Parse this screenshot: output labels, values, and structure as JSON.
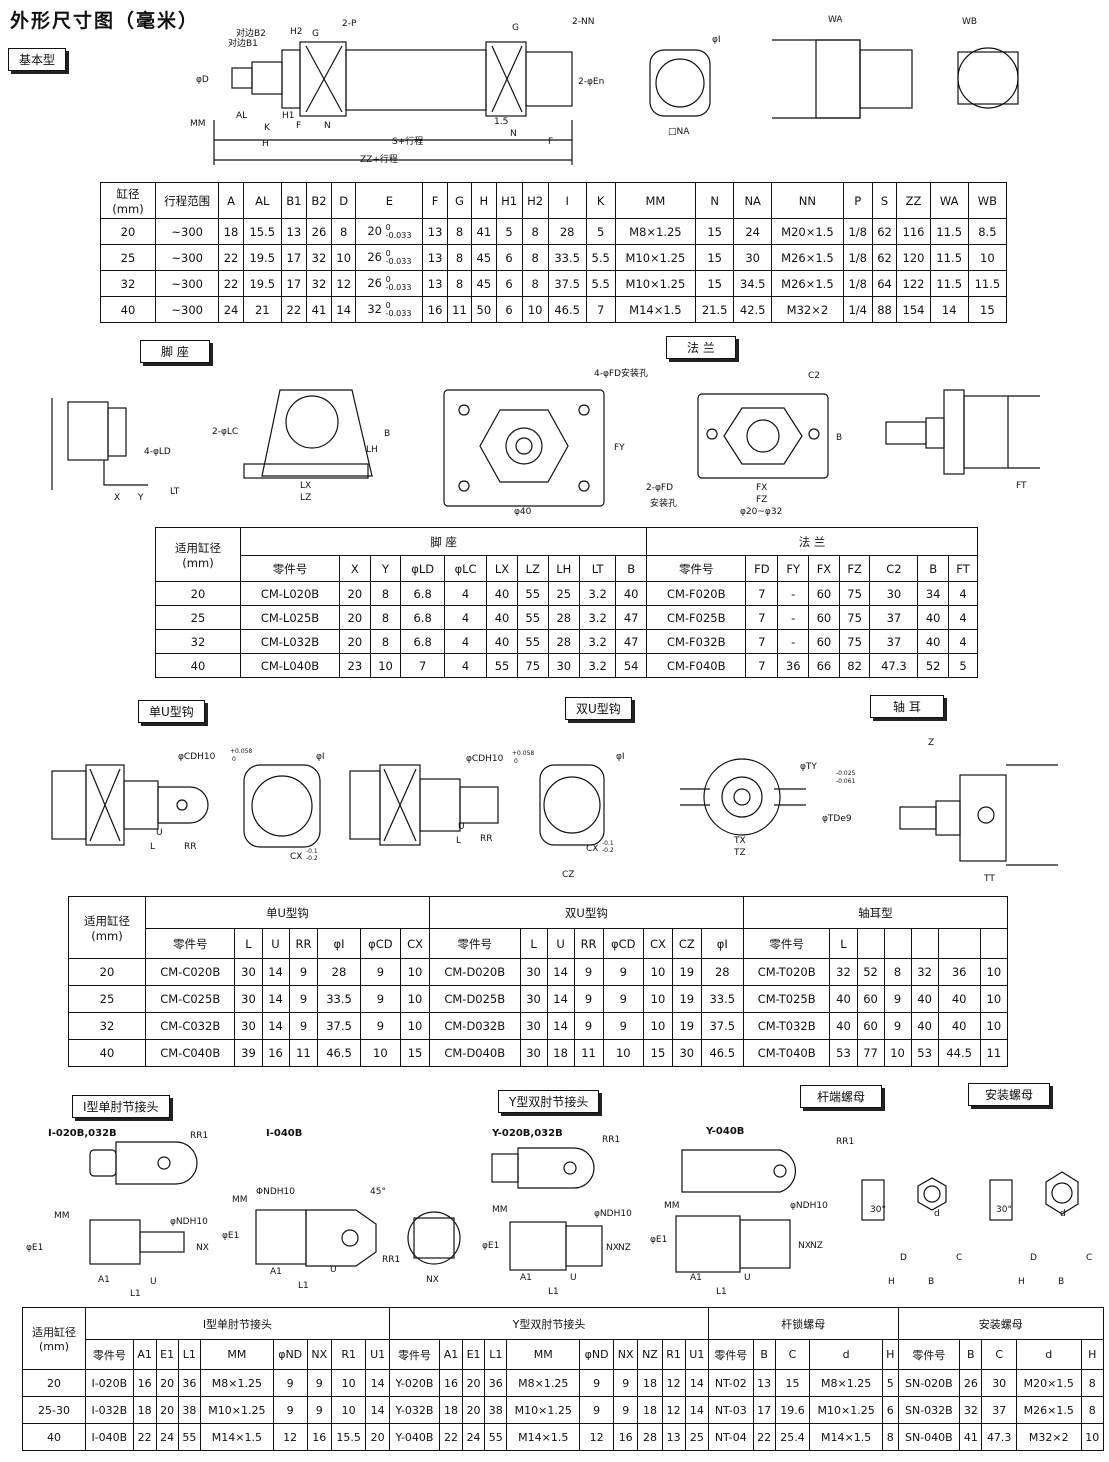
{
  "title": "外形尺寸图（毫米）",
  "tags": {
    "basic": "基本型",
    "foot": "脚  座",
    "flange": "法  兰",
    "single_u": "单U型钩",
    "double_u": "双U型钩",
    "trunnion": "轴  耳",
    "i_joint": "I型单肘节接头",
    "y_joint": "Y型双肘节接头",
    "rod_nut": "杆端螺母",
    "mount_nut": "安装螺母"
  },
  "drawing_labels": {
    "basic": [
      "对边B1",
      "对边B2",
      "H2",
      "G",
      "2-P",
      "G",
      "2-NN",
      "φI",
      "WA",
      "WB",
      "φD",
      "MM",
      "AL",
      "K",
      "H1",
      "F",
      "N",
      "1.5",
      "N",
      "F",
      "H",
      "S+行程",
      "ZZ+行程",
      "2-φEn",
      "□NA"
    ],
    "foot": [
      "2-φLC",
      "4-φLD",
      "X",
      "Y",
      "LT",
      "LX",
      "LZ",
      "LH",
      "B"
    ],
    "flange": [
      "4-φFD安装孔",
      "FY",
      "φ40",
      "C2",
      "2-φFD",
      "安装孔",
      "FX",
      "FZ",
      "φ20~φ32",
      "B",
      "FT"
    ],
    "clevis": [
      "φCDH10",
      "+0.058",
      "0",
      "φI",
      "U",
      "L",
      "RR",
      "CX",
      "-0.1",
      "-0.2",
      "φCDH10",
      "+0.058",
      "0",
      "φI",
      "U",
      "L",
      "RR",
      "CX",
      "-0.1",
      "-0.2",
      "CZ"
    ],
    "trunnion": [
      "φTY",
      "φTDe9",
      "-0.025",
      "-0.061",
      "TX",
      "TZ",
      "Z",
      "TT"
    ],
    "joints": [
      "I-020B,032B",
      "RR1",
      "I-040B",
      "MM",
      "φNDH10",
      "φE1",
      "A1",
      "L1",
      "U",
      "NX",
      "MM",
      "ΦNDH10",
      "45°",
      "φE1",
      "A1",
      "L1",
      "U",
      "RR1",
      "NX",
      "Y-020B,032B",
      "RR1",
      "Y-040B",
      "RR1",
      "MM",
      "φNDH10",
      "φE1",
      "A1",
      "L1",
      "U",
      "NX",
      "NZ",
      "MM",
      "φNDH10",
      "φE1",
      "A1",
      "L1",
      "U",
      "NX",
      "NZ"
    ],
    "nuts": [
      "30°",
      "d",
      "C",
      "D",
      "H",
      "B",
      "30°",
      "d",
      "C",
      "D",
      "H",
      "B"
    ]
  },
  "table1": {
    "header": [
      "缸径(mm)",
      "行程范围",
      "A",
      "AL",
      "B1",
      "B2",
      "D",
      "E",
      "F",
      "G",
      "H",
      "H1",
      "H2",
      "I",
      "K",
      "MM",
      "N",
      "NA",
      "NN",
      "P",
      "S",
      "ZZ",
      "WA",
      "WB"
    ],
    "rows": [
      [
        "20",
        "~300",
        "18",
        "15.5",
        "13",
        "26",
        "8",
        "20",
        "13",
        "8",
        "41",
        "5",
        "8",
        "28",
        "5",
        "M8×1.25",
        "15",
        "24",
        "M20×1.5",
        "1/8",
        "62",
        "116",
        "11.5",
        "8.5"
      ],
      [
        "25",
        "~300",
        "22",
        "19.5",
        "17",
        "32",
        "10",
        "26",
        "13",
        "8",
        "45",
        "6",
        "8",
        "33.5",
        "5.5",
        "M10×1.25",
        "15",
        "30",
        "M26×1.5",
        "1/8",
        "62",
        "120",
        "11.5",
        "10"
      ],
      [
        "32",
        "~300",
        "22",
        "19.5",
        "17",
        "32",
        "12",
        "26",
        "13",
        "8",
        "45",
        "6",
        "8",
        "37.5",
        "5.5",
        "M10×1.25",
        "15",
        "34.5",
        "M26×1.5",
        "1/8",
        "64",
        "122",
        "11.5",
        "11.5"
      ],
      [
        "40",
        "~300",
        "24",
        "21",
        "22",
        "41",
        "14",
        "32",
        "16",
        "11",
        "50",
        "6",
        "10",
        "46.5",
        "7",
        "M14×1.5",
        "21.5",
        "42.5",
        "M32×2",
        "1/4",
        "88",
        "154",
        "14",
        "15"
      ]
    ],
    "tol_upper": "0",
    "tol_lower": "-0.033"
  },
  "table2": {
    "bore": "适用缸径\n(mm)",
    "group1": "脚    座",
    "group2": "法    兰",
    "header": [
      "零件号",
      "X",
      "Y",
      "φLD",
      "φLC",
      "LX",
      "LZ",
      "LH",
      "LT",
      "B",
      "零件号",
      "FD",
      "FY",
      "FX",
      "FZ",
      "C2",
      "B",
      "FT"
    ],
    "rows": [
      [
        "20",
        "CM-L020B",
        "20",
        "8",
        "6.8",
        "4",
        "40",
        "55",
        "25",
        "3.2",
        "40",
        "CM-F020B",
        "7",
        "-",
        "60",
        "75",
        "30",
        "34",
        "4"
      ],
      [
        "25",
        "CM-L025B",
        "20",
        "8",
        "6.8",
        "4",
        "40",
        "55",
        "28",
        "3.2",
        "47",
        "CM-F025B",
        "7",
        "-",
        "60",
        "75",
        "37",
        "40",
        "4"
      ],
      [
        "32",
        "CM-L032B",
        "20",
        "8",
        "6.8",
        "4",
        "40",
        "55",
        "28",
        "3.2",
        "47",
        "CM-F032B",
        "7",
        "-",
        "60",
        "75",
        "37",
        "40",
        "4"
      ],
      [
        "40",
        "CM-L040B",
        "23",
        "10",
        "7",
        "4",
        "55",
        "75",
        "30",
        "3.2",
        "54",
        "CM-F040B",
        "7",
        "36",
        "66",
        "82",
        "47.3",
        "52",
        "5"
      ]
    ]
  },
  "table3": {
    "bore": "适用缸径\n(mm)",
    "group1": "单U型钩",
    "group2": "双U型钩",
    "group3": "轴耳型",
    "header": [
      "零件号",
      "L",
      "U",
      "RR",
      "φI",
      "φCD",
      "CX",
      "零件号",
      "L",
      "U",
      "RR",
      "φCD",
      "CX",
      "CZ",
      "φI",
      "零件号",
      "L",
      "",
      "",
      "",
      "",
      ""
    ],
    "rows": [
      [
        "20",
        "CM-C020B",
        "30",
        "14",
        "9",
        "28",
        "9",
        "10",
        "CM-D020B",
        "30",
        "14",
        "9",
        "9",
        "10",
        "19",
        "28",
        "CM-T020B",
        "32",
        "52",
        "8",
        "32",
        "36",
        "10"
      ],
      [
        "25",
        "CM-C025B",
        "30",
        "14",
        "9",
        "33.5",
        "9",
        "10",
        "CM-D025B",
        "30",
        "14",
        "9",
        "9",
        "10",
        "19",
        "33.5",
        "CM-T025B",
        "40",
        "60",
        "9",
        "40",
        "40",
        "10"
      ],
      [
        "32",
        "CM-C032B",
        "30",
        "14",
        "9",
        "37.5",
        "9",
        "10",
        "CM-D032B",
        "30",
        "14",
        "9",
        "9",
        "10",
        "19",
        "37.5",
        "CM-T032B",
        "40",
        "60",
        "9",
        "40",
        "40",
        "10"
      ],
      [
        "40",
        "CM-C040B",
        "39",
        "16",
        "11",
        "46.5",
        "10",
        "15",
        "CM-D040B",
        "30",
        "18",
        "11",
        "10",
        "15",
        "30",
        "46.5",
        "CM-T040B",
        "53",
        "77",
        "10",
        "53",
        "44.5",
        "11"
      ]
    ]
  },
  "table4": {
    "bore": "适用缸径\n(mm)",
    "group1": "I型单肘节接头",
    "group2": "Y型双肘节接头",
    "group3": "杆锁螺母",
    "group4": "安装螺母",
    "header": [
      "零件号",
      "A1",
      "E1",
      "L1",
      "MM",
      "φND",
      "NX",
      "R1",
      "U1",
      "零件号",
      "A1",
      "E1",
      "L1",
      "MM",
      "φND",
      "NX",
      "NZ",
      "R1",
      "U1",
      "零件号",
      "B",
      "C",
      "d",
      "H",
      "零件号",
      "B",
      "C",
      "d",
      "H"
    ],
    "rows": [
      [
        "20",
        "I-020B",
        "16",
        "20",
        "36",
        "M8×1.25",
        "9",
        "9",
        "10",
        "14",
        "Y-020B",
        "16",
        "20",
        "36",
        "M8×1.25",
        "9",
        "9",
        "18",
        "12",
        "14",
        "NT-02",
        "13",
        "15",
        "M8×1.25",
        "5",
        "SN-020B",
        "26",
        "30",
        "M20×1.5",
        "8"
      ],
      [
        "25-30",
        "I-032B",
        "18",
        "20",
        "38",
        "M10×1.25",
        "9",
        "9",
        "10",
        "14",
        "Y-032B",
        "18",
        "20",
        "38",
        "M10×1.25",
        "9",
        "9",
        "18",
        "12",
        "14",
        "NT-03",
        "17",
        "19.6",
        "M10×1.25",
        "6",
        "SN-032B",
        "32",
        "37",
        "M26×1.5",
        "8"
      ],
      [
        "40",
        "I-040B",
        "22",
        "24",
        "55",
        "M14×1.5",
        "12",
        "16",
        "15.5",
        "20",
        "Y-040B",
        "22",
        "24",
        "55",
        "M14×1.5",
        "12",
        "16",
        "28",
        "13",
        "25",
        "NT-04",
        "22",
        "25.4",
        "M14×1.5",
        "8",
        "SN-040B",
        "41",
        "47.3",
        "M32×2",
        "10"
      ]
    ]
  }
}
